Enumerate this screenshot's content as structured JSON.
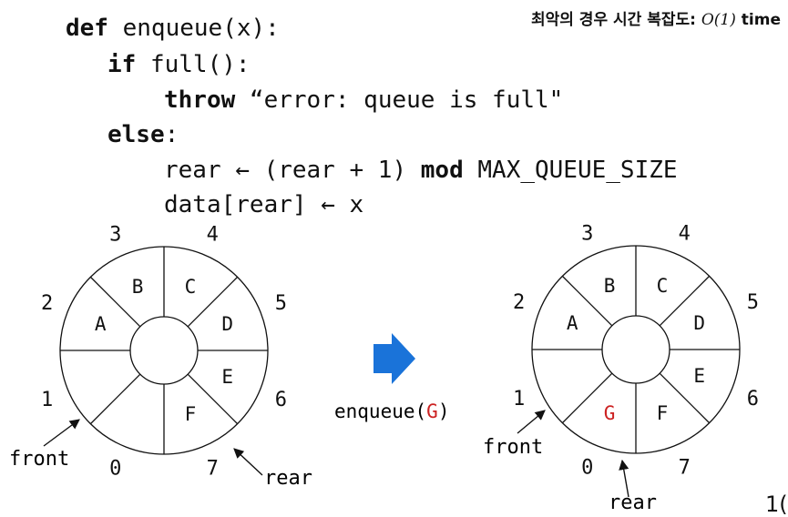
{
  "note": {
    "prefix": "최악의 경우 시간 복잡도: ",
    "complexity": "O(1)",
    "suffix": " time"
  },
  "code": {
    "line1": {
      "kw": "def",
      "rest": " enqueue(x):"
    },
    "line2": {
      "kw": "if",
      "rest": " full():"
    },
    "line3": {
      "kw": "throw",
      "rest": " “error: queue is full\""
    },
    "line4": {
      "kw": "else",
      "rest": ":"
    },
    "line5": {
      "pre": "rear ← (rear + 1) ",
      "kw": "mod",
      "post": " MAX_QUEUE_SIZE"
    },
    "line6": {
      "text": "data[rear] ← x"
    }
  },
  "diagram": {
    "indices": [
      "0",
      "1",
      "2",
      "3",
      "4",
      "5",
      "6",
      "7"
    ],
    "before": {
      "slots": [
        "",
        "",
        "A",
        "B",
        "C",
        "D",
        "E",
        "F"
      ],
      "front_label": "front",
      "rear_label": "rear"
    },
    "after": {
      "slots": [
        "G",
        "",
        "A",
        "B",
        "C",
        "D",
        "E",
        "F"
      ],
      "front_label": "front",
      "rear_label": "rear"
    },
    "operation": {
      "prefix": "enqueue(",
      "arg": "G",
      "suffix": ")"
    },
    "colors": {
      "arrow": "#1a73d9",
      "new_item": "#cc2222"
    }
  },
  "page_number": "1("
}
